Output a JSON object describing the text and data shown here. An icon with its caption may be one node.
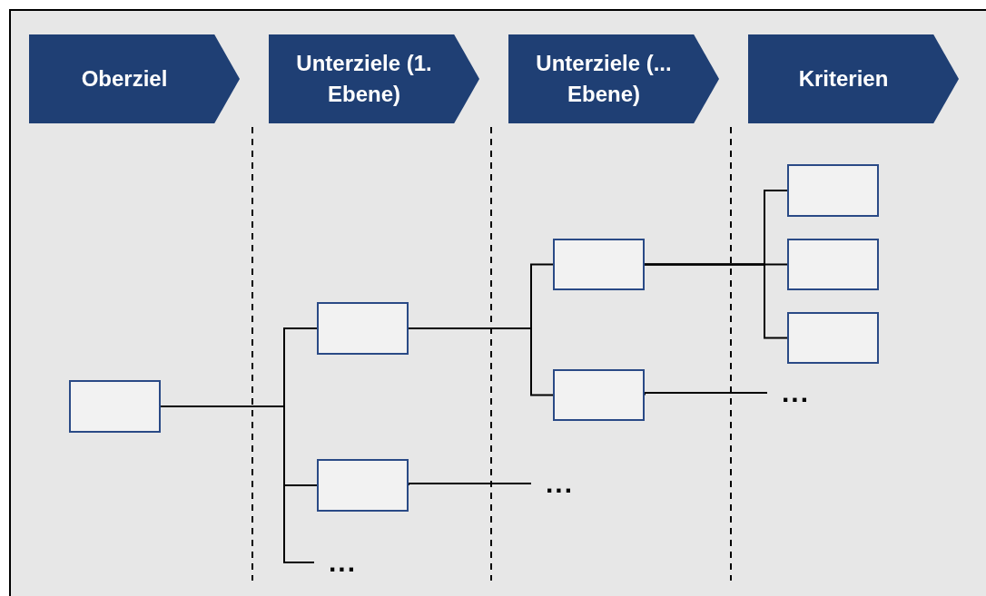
{
  "diagram": {
    "nodes": [
      {
        "text": [
          "Oberziel"
        ]
      },
      {
        "text": [
          "Unterziele (1. Ebene)"
        ]
      },
      {
        "text": [
          "Unterziele (... Ebene)"
        ]
      },
      {
        "text": [
          "Kriterien"
        ]
      },
      {
        "text": [],
        "shape": "box"
      },
      {
        "text": [],
        "shape": "box"
      },
      {
        "text": [],
        "shape": "box"
      },
      {
        "text": [
          "..."
        ]
      },
      {
        "text": [],
        "shape": "box"
      },
      {
        "text": [],
        "shape": "box"
      },
      {
        "text": [
          "..."
        ]
      },
      {
        "text": [],
        "shape": "box"
      },
      {
        "text": [],
        "shape": "box"
      },
      {
        "text": [],
        "shape": "box"
      },
      {
        "text": [
          "..."
        ]
      }
    ],
    "edges": [
      {
        "from": 4,
        "to": 5,
        "arrow": "none"
      },
      {
        "from": 4,
        "to": 6,
        "arrow": "none"
      },
      {
        "from": 4,
        "to": 7,
        "arrow": "none"
      },
      {
        "from": 5,
        "to": 8,
        "arrow": "none"
      },
      {
        "from": 5,
        "to": 9,
        "arrow": "none"
      },
      {
        "from": 6,
        "to": 10,
        "arrow": "none"
      },
      {
        "from": 8,
        "to": 11,
        "arrow": "none"
      },
      {
        "from": 8,
        "to": 12,
        "arrow": "none"
      },
      {
        "from": 8,
        "to": 13,
        "arrow": "none"
      },
      {
        "from": 9,
        "to": 14,
        "arrow": "none"
      }
    ]
  }
}
